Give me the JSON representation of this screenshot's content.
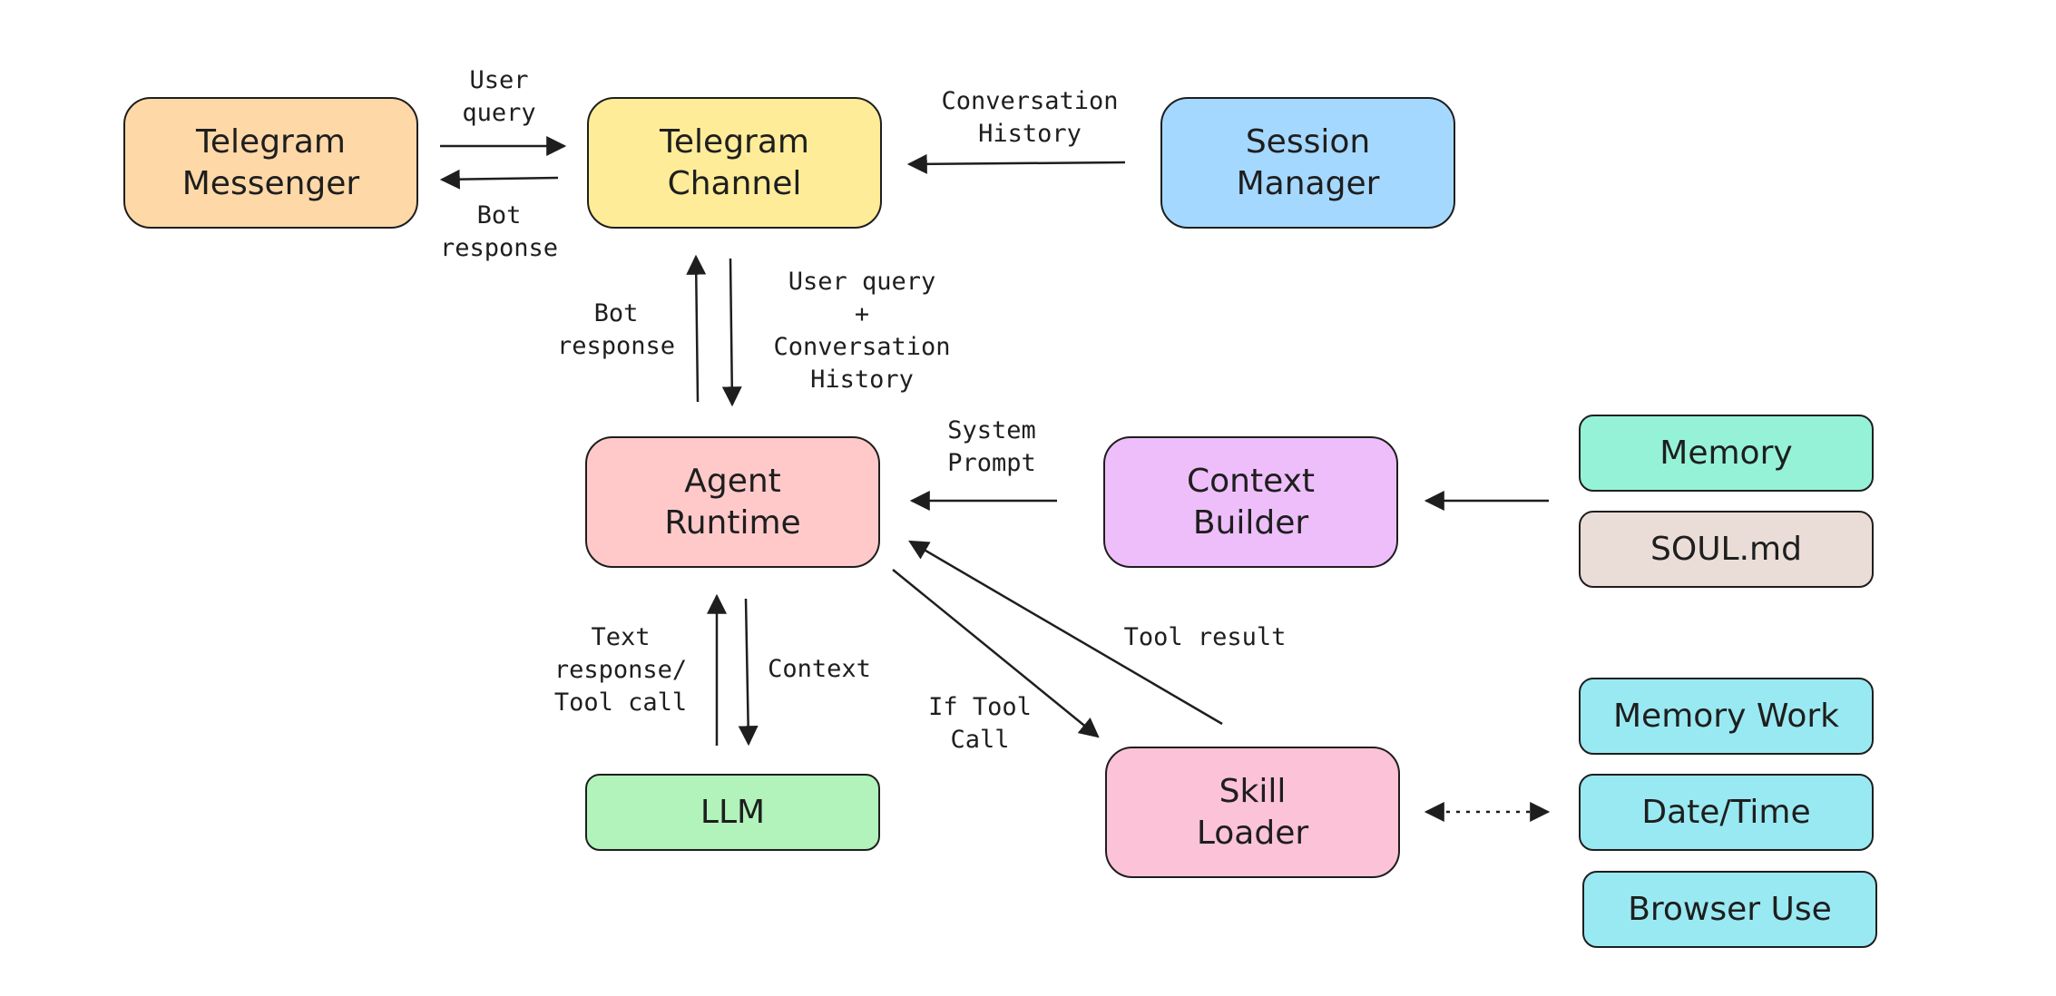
{
  "nodes": {
    "telegram_messenger": {
      "label": "Telegram\nMessenger",
      "color": "#ffd8a8"
    },
    "telegram_channel": {
      "label": "Telegram\nChannel",
      "color": "#ffec99"
    },
    "session_manager": {
      "label": "Session\nManager",
      "color": "#a5d8ff"
    },
    "agent_runtime": {
      "label": "Agent\nRuntime",
      "color": "#ffc9c9"
    },
    "context_builder": {
      "label": "Context\nBuilder",
      "color": "#eebefa"
    },
    "memory": {
      "label": "Memory",
      "color": "#96f2d7"
    },
    "soul_md": {
      "label": "SOUL.md",
      "color": "#eaddd7"
    },
    "llm": {
      "label": "LLM",
      "color": "#b2f2bb"
    },
    "skill_loader": {
      "label": "Skill\nLoader",
      "color": "#fcc2d7"
    },
    "memory_work": {
      "label": "Memory Work",
      "color": "#99e9f2"
    },
    "date_time": {
      "label": "Date/Time",
      "color": "#99e9f2"
    },
    "browser_use": {
      "label": "Browser Use",
      "color": "#99e9f2"
    }
  },
  "edge_labels": {
    "user_query_top": "User\nquery",
    "bot_response_top": "Bot\nresponse",
    "conversation_history": "Conversation\nHistory",
    "bot_response_mid": "Bot\nresponse",
    "user_query_plus_history": "User query\n+\nConversation\nHistory",
    "system_prompt": "System\nPrompt",
    "text_response_tool_call": "Text\nresponse/\nTool call",
    "context": "Context",
    "if_tool_call": "If Tool\nCall",
    "tool_result": "Tool result"
  },
  "style": {
    "stroke": "#1e1e1e"
  }
}
